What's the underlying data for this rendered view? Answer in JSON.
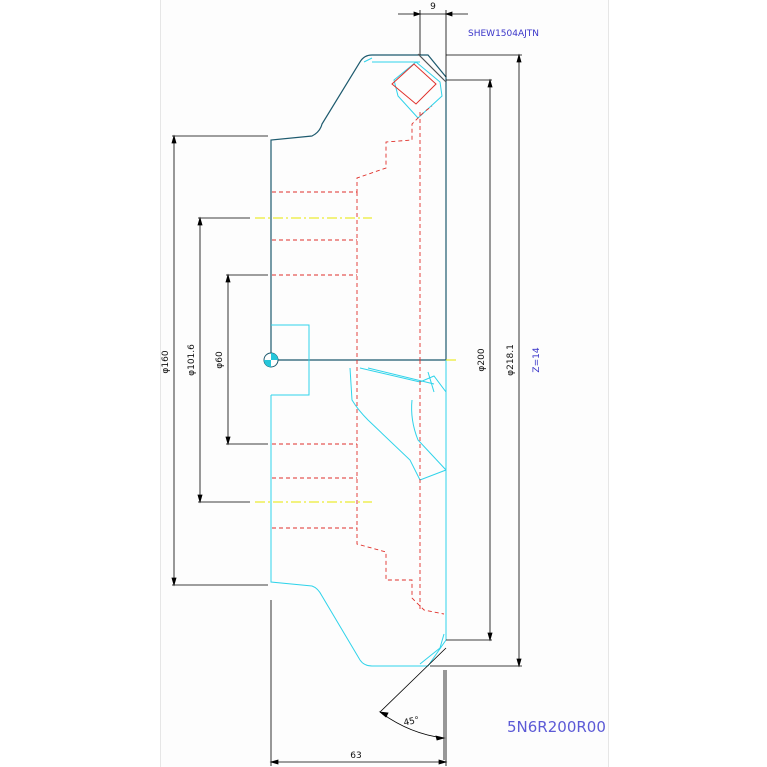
{
  "drawing": {
    "tool_code": "SHEW1504AJTN",
    "part_number": "5N6R200R00",
    "teeth": "Z=14",
    "angle": "45°"
  },
  "dimensions": {
    "top_width": "9",
    "d160": "φ160",
    "d101": "φ101.6",
    "d60": "φ60",
    "d200": "φ200",
    "d218": "φ218.1",
    "length": "63"
  },
  "colors": {
    "outline_dark": "#1d5a6e",
    "outline_cyan": "#2fd3ea",
    "hidden_red": "#e0302a",
    "center_yellow": "#e8e800",
    "dimension": "#000000",
    "annotation_blue": "#3a35c9"
  }
}
